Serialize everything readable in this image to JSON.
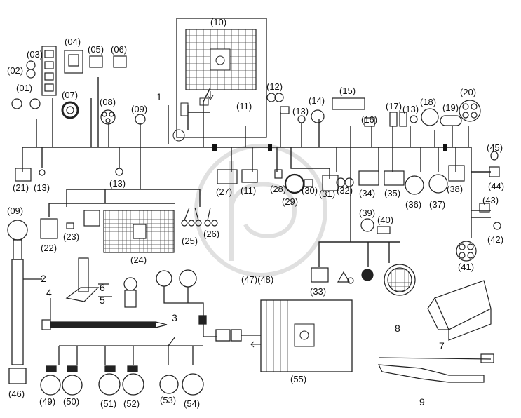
{
  "callouts": {
    "c01": "(01)",
    "c02": "(02)",
    "c03": "(03)",
    "c04": "(04)",
    "c05": "(05)",
    "c06": "(06)",
    "c07": "(07)",
    "c08": "(08)",
    "c09a": "(09)",
    "c09b": "(09)",
    "c10": "(10)",
    "c11a": "(11)",
    "c11b": "(11)",
    "c12": "(12)",
    "c13a": "(13)",
    "c13b": "(13)",
    "c13c": "(13)",
    "c13d": "(13)",
    "c14": "(14)",
    "c15": "(15)",
    "c16": "(16)",
    "c17": "(17)",
    "c18": "(18)",
    "c19": "(19)",
    "c20": "(20)",
    "c21": "(21)",
    "c22": "(22)",
    "c23": "(23)",
    "c24": "(24)",
    "c25": "(25)",
    "c26": "(26)",
    "c27": "(27)",
    "c28": "(28)",
    "c29": "(29)",
    "c30": "(30)",
    "c31": "(31)",
    "c32": "(32)",
    "c33": "(33)",
    "c34": "(34)",
    "c35": "(35)",
    "c36": "(36)",
    "c37": "(37)",
    "c38": "(38)",
    "c39": "(39)",
    "c40": "(40)",
    "c41": "(41)",
    "c42": "(42)",
    "c43": "(43)",
    "c44": "(44)",
    "c45": "(45)",
    "c46": "(46)",
    "c4748": "(47)(48)",
    "c49": "(49)",
    "c50": "(50)",
    "c51": "(51)",
    "c52": "(52)",
    "c53": "(53)",
    "c54": "(54)",
    "c55": "(55)"
  },
  "parts": {
    "p1": "1",
    "p2": "2",
    "p3": "3",
    "p4": "4",
    "p5": "5",
    "p6": "6",
    "p7": "7",
    "p8": "8",
    "p9": "9"
  },
  "colors": {
    "line": "#222222",
    "watermark": "#c8c8c8"
  }
}
